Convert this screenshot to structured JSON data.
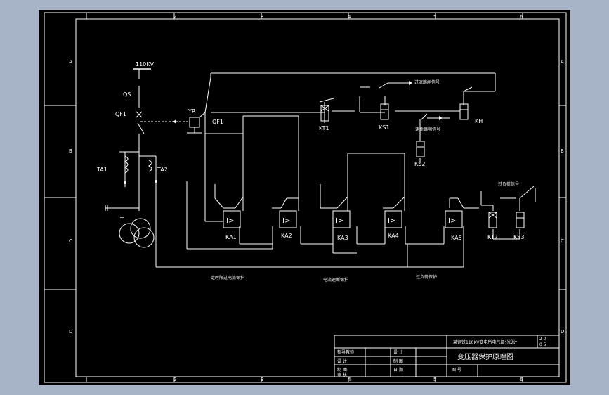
{
  "colors": {
    "background": "#a7b3c6",
    "sheet": "#000000",
    "line": "#ffffff"
  },
  "zones": {
    "columns": [
      "2",
      "3",
      "4",
      "5",
      "6"
    ],
    "rows": [
      "A",
      "B",
      "C",
      "D"
    ]
  },
  "labels": {
    "voltage": "110KV",
    "qs": "QS",
    "qf1_left": "QF1",
    "yr": "YR",
    "qf1_right": "QF1",
    "ta1": "TA1",
    "ta2": "TA2",
    "t": "T",
    "kt1": "KT1",
    "ks1": "KS1",
    "kh": "KH",
    "ks2": "KS2",
    "ka1": "KA1",
    "ka2": "KA2",
    "ka3": "KA3",
    "ka4": "KA4",
    "ka5": "KA5",
    "kt2": "KT2",
    "ks3": "KS3",
    "relay_symbol": "I>",
    "signal_1": "过流跳闸信号",
    "signal_2": "速断跳闸信号",
    "signal_3": "过负荷信号",
    "section_1": "定时限过电流保护",
    "section_2": "电流速断保护",
    "section_3": "过负荷保护"
  },
  "title_block": {
    "project": "某钢铁110KV变电所电气部分设计",
    "drawing_title": "变压器保护原理图",
    "left_rows": [
      "指导教师",
      "设 计",
      "制 图",
      "审 核"
    ],
    "mid_rows": [
      "设 计",
      "制 图",
      "日 期"
    ],
    "number_label": "图 号",
    "corner_top": "2  0",
    "corner_bottom": "0  5"
  }
}
